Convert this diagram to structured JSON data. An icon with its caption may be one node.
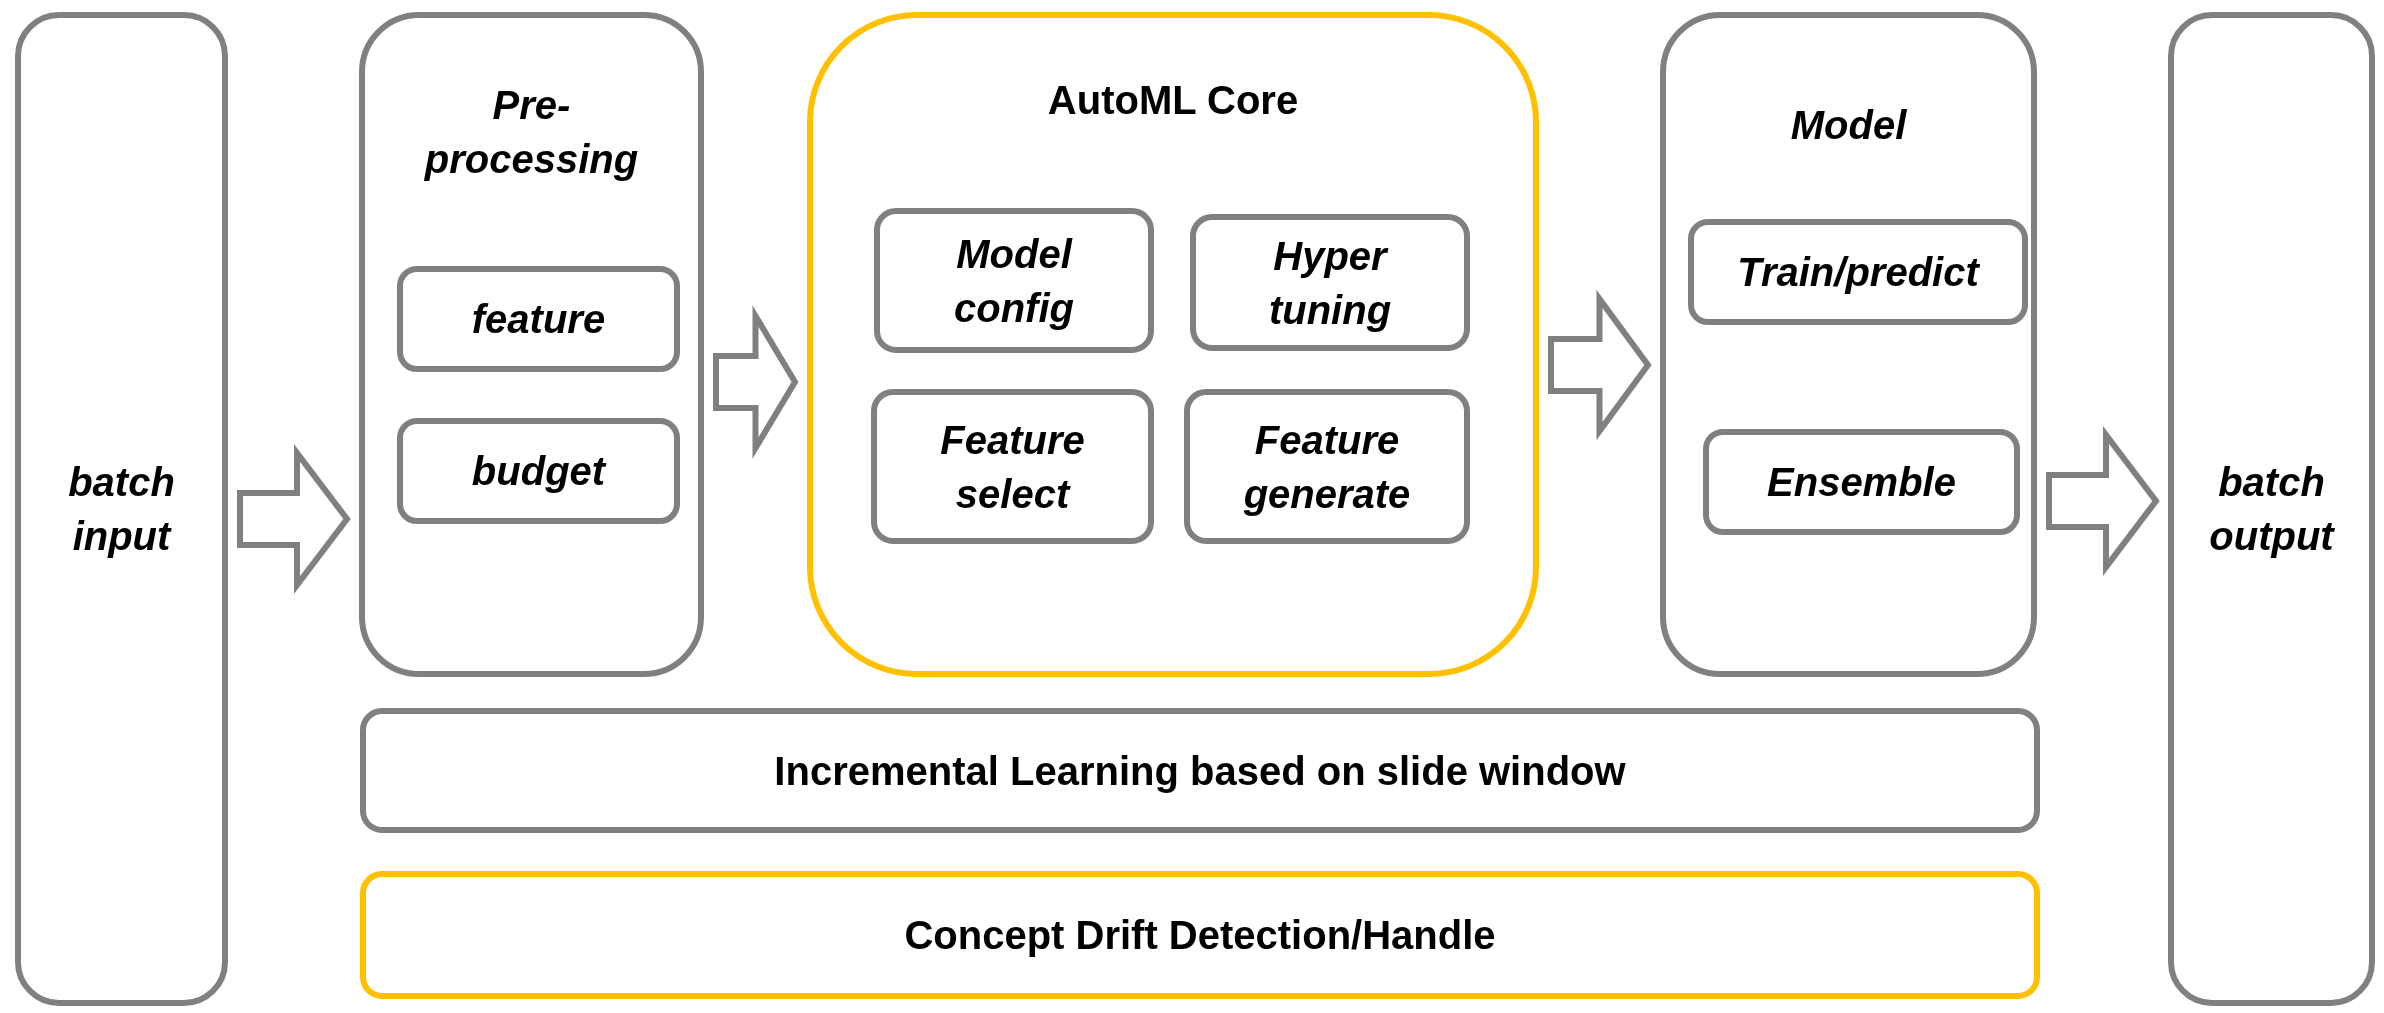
{
  "diagram": {
    "nodes": [
      {
        "text": [
          "batch input"
        ]
      },
      {
        "text": [
          "Pre-processing"
        ]
      },
      {
        "text": [
          "feature"
        ],
        "in": 1
      },
      {
        "text": [
          "budget"
        ],
        "in": 1
      },
      {
        "text": [
          "AutoML Core"
        ]
      },
      {
        "text": [
          "Model config"
        ],
        "in": 4
      },
      {
        "text": [
          "Hyper tuning"
        ],
        "in": 4
      },
      {
        "text": [
          "Feature select"
        ],
        "in": 4
      },
      {
        "text": [
          "Feature generate"
        ],
        "in": 4
      },
      {
        "text": [
          "Model"
        ]
      },
      {
        "text": [
          "Train/predict"
        ],
        "in": 9
      },
      {
        "text": [
          "Ensemble"
        ],
        "in": 9
      },
      {
        "text": [
          "batch output"
        ]
      },
      {
        "text": [
          "Incremental Learning based on slide window"
        ]
      },
      {
        "text": [
          "Concept Drift Detection/Handle"
        ]
      }
    ],
    "edges": [
      {
        "from": 0,
        "to": 1,
        "arrow": "to"
      },
      {
        "from": 1,
        "to": 4,
        "arrow": "to"
      },
      {
        "from": 4,
        "to": 9,
        "arrow": "to"
      },
      {
        "from": 9,
        "to": 12,
        "arrow": "to"
      }
    ]
  }
}
